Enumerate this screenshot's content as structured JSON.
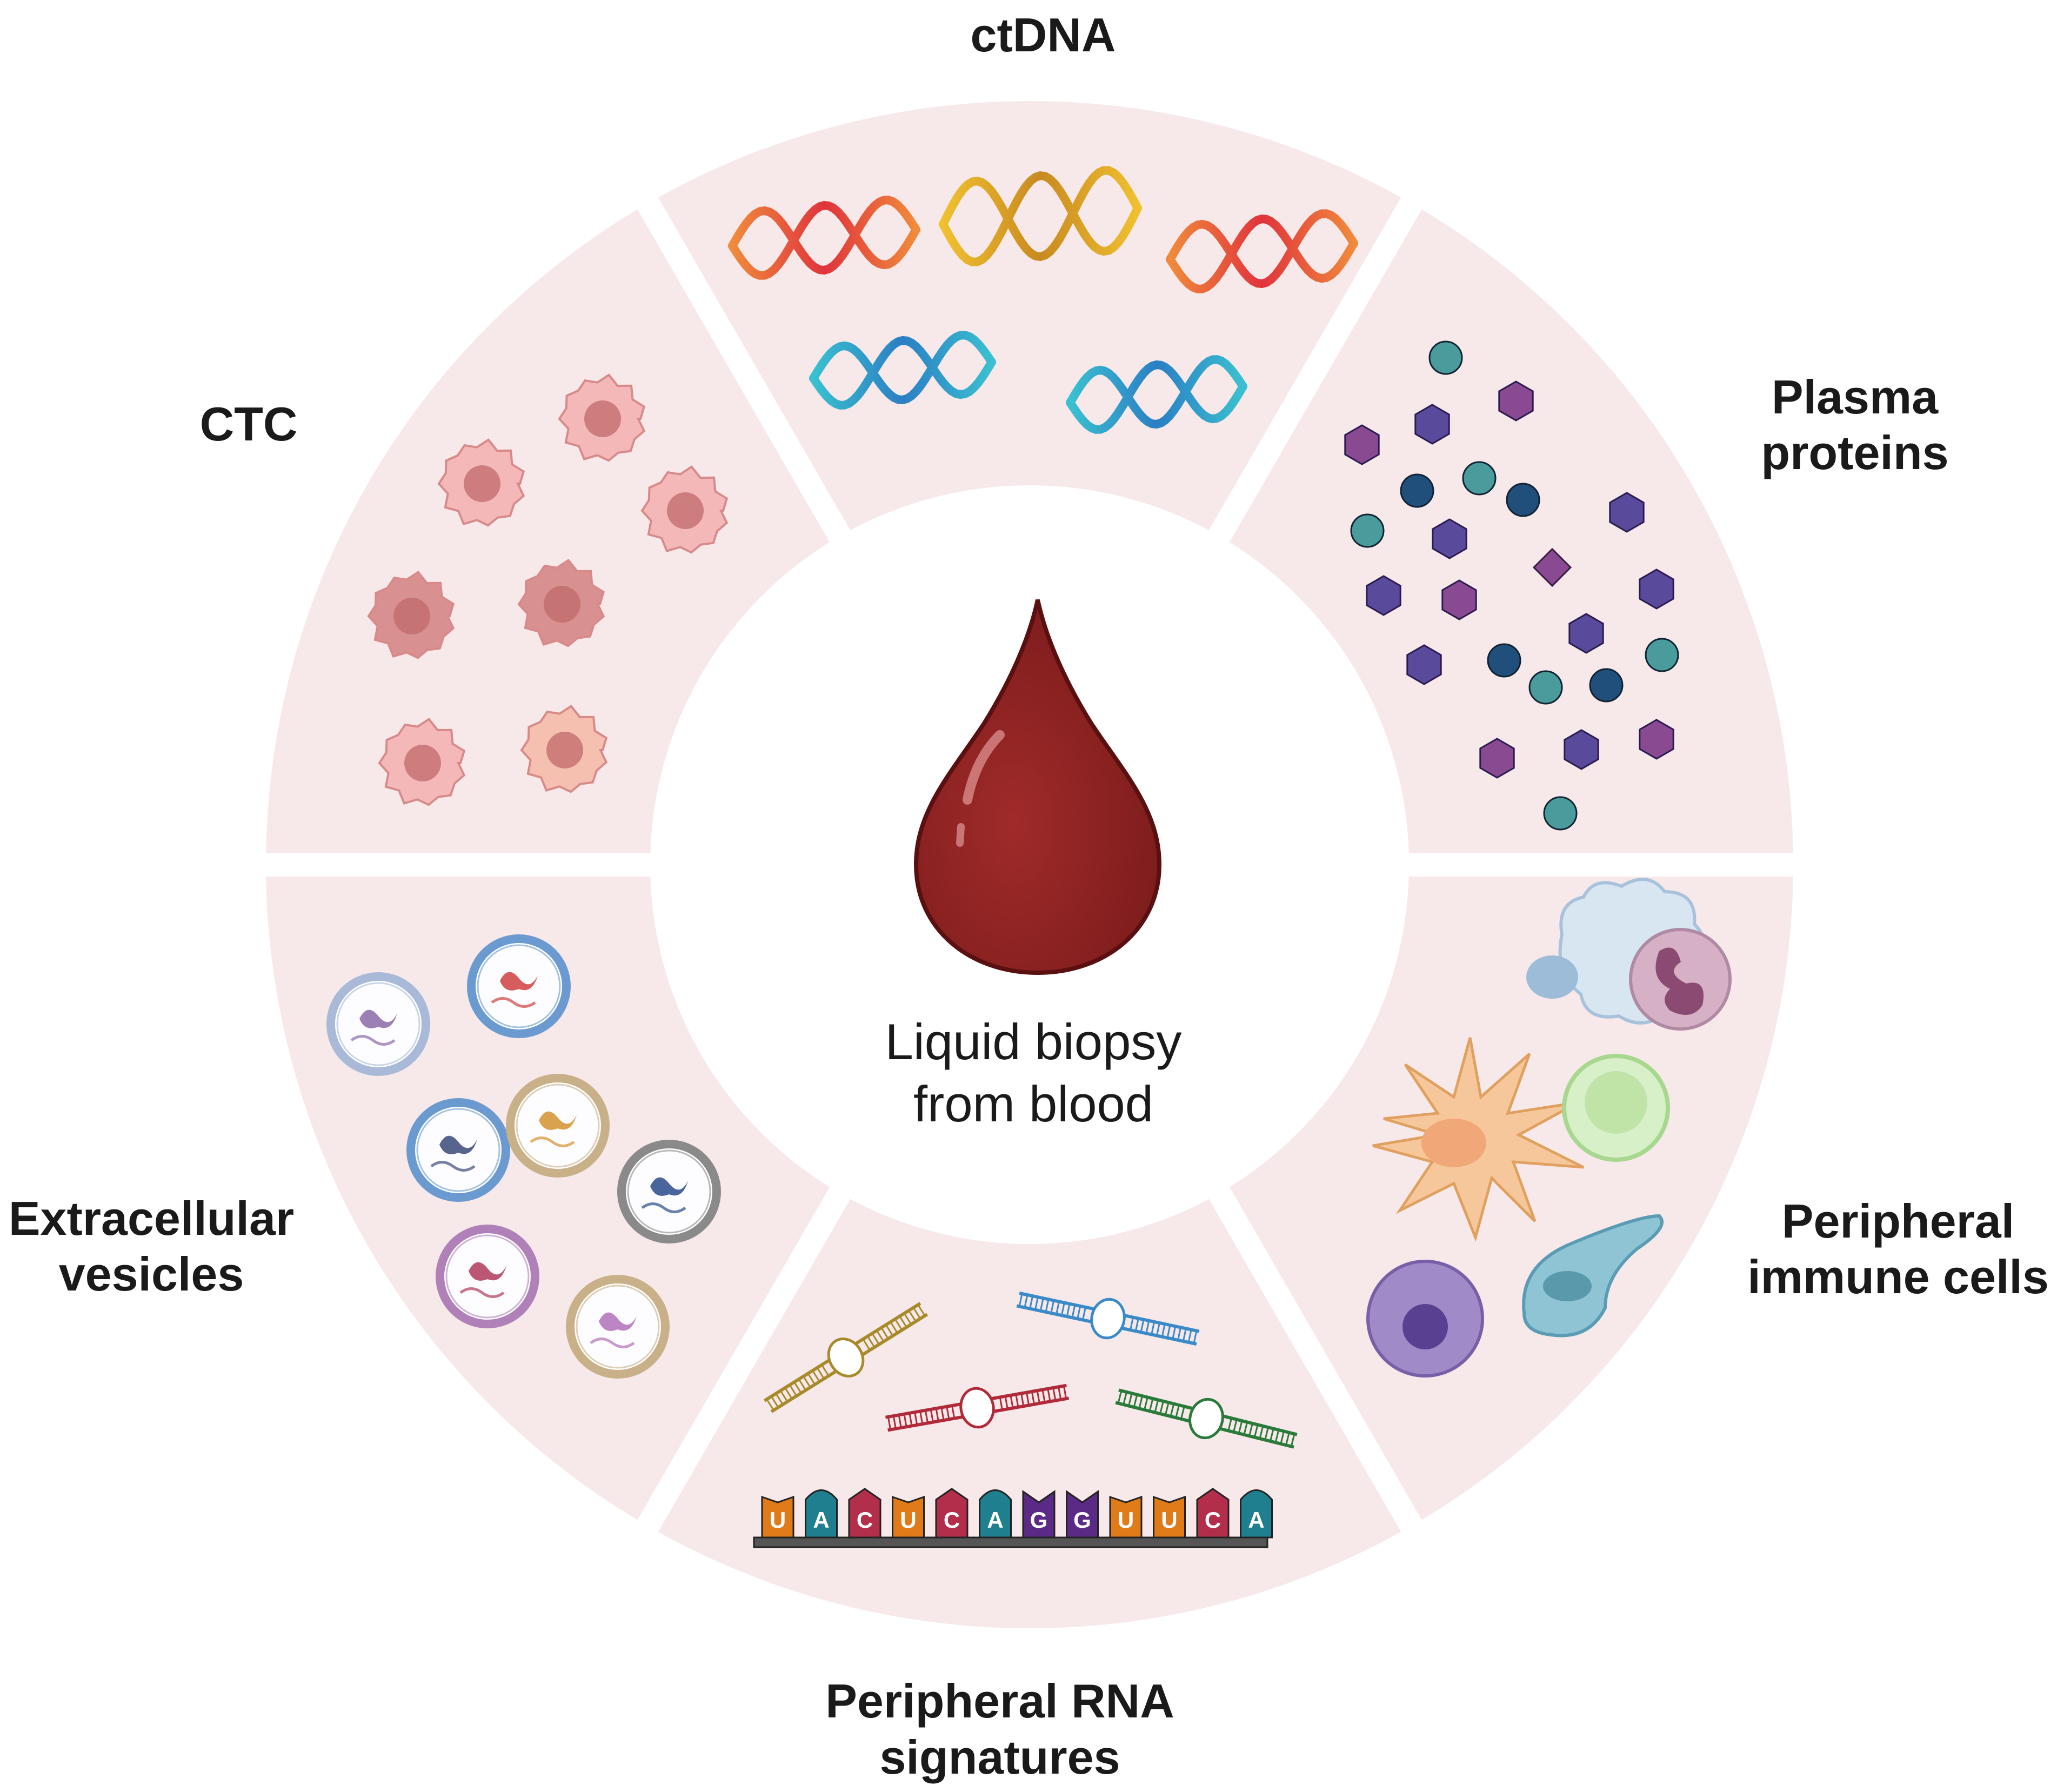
{
  "center": {
    "line1": "Liquid biopsy",
    "line2": "from blood",
    "drop_color": "#8e2323"
  },
  "segments": {
    "ctdna": {
      "label": "ctDNA"
    },
    "plasma_proteins": {
      "line1": "Plasma",
      "line2": "proteins"
    },
    "immune_cells": {
      "line1": "Peripheral",
      "line2": "immune cells"
    },
    "rna": {
      "line1": "Peripheral RNA",
      "line2": "signatures"
    },
    "vesicles": {
      "line1": "Extracellular",
      "line2": "vesicles"
    },
    "ctc": {
      "label": "CTC"
    }
  },
  "rna_sequence": [
    "U",
    "A",
    "C",
    "U",
    "C",
    "A",
    "G",
    "G",
    "U",
    "U",
    "C",
    "A"
  ],
  "colors": {
    "ring_fill": "#f7e9e9",
    "base_U": "#e07b1a",
    "base_A": "#1f7f8e",
    "base_C": "#b32e4a",
    "base_G": "#5b2a86"
  },
  "icons": [
    "dna-helix-icon",
    "protein-molecule-icon",
    "immune-cell-icon",
    "rna-strand-icon",
    "vesicle-icon",
    "tumor-cell-icon",
    "blood-drop-icon"
  ]
}
